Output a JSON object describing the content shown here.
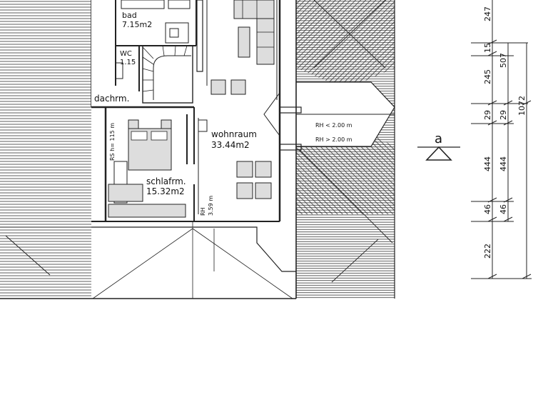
{
  "rooms": {
    "bad": {
      "name": "bad",
      "area": "7.15m2"
    },
    "wc": {
      "name": "WC",
      "area": "1.15"
    },
    "dachraum": {
      "name": "dachrm."
    },
    "wohnraum": {
      "name": "wohnraum",
      "area": "33.44m2"
    },
    "schlafraum": {
      "name": "schlafrm.",
      "area": "15.32m2"
    }
  },
  "notes": {
    "rs_height": "RS h= 115 m",
    "rh_small": "RH",
    "rh_value": "3.59 m",
    "rh_less": "RH < 2.00 m",
    "rh_more": "RH > 2.00 m"
  },
  "section_marker": "a",
  "dimensions": {
    "col1": [
      "247",
      "15",
      "245",
      "29",
      "444",
      "46",
      "222"
    ],
    "col2": [
      "507",
      "29",
      "444",
      "46"
    ],
    "col3": [
      "1072"
    ]
  }
}
